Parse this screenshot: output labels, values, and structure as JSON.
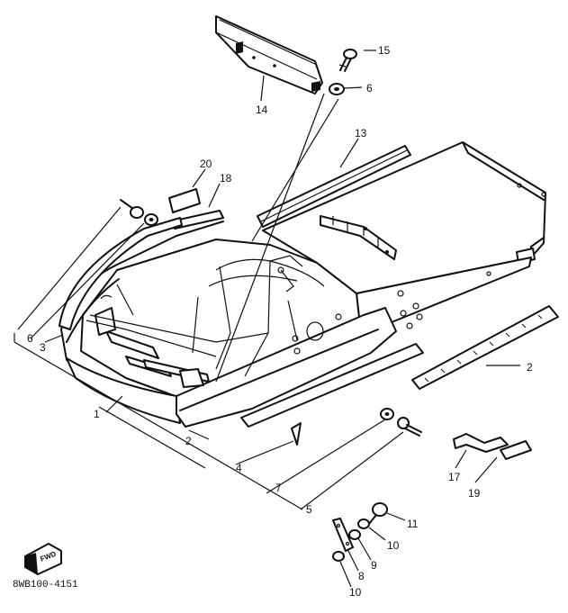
{
  "diagram": {
    "callouts": [
      "15",
      "6",
      "14",
      "13",
      "20",
      "18",
      "6",
      "3",
      "1",
      "2",
      "2",
      "4",
      "7",
      "5",
      "17",
      "19",
      "11",
      "10",
      "9",
      "8",
      "10"
    ],
    "fwd_label": "FWD",
    "part_code": "8WB100-4151"
  }
}
